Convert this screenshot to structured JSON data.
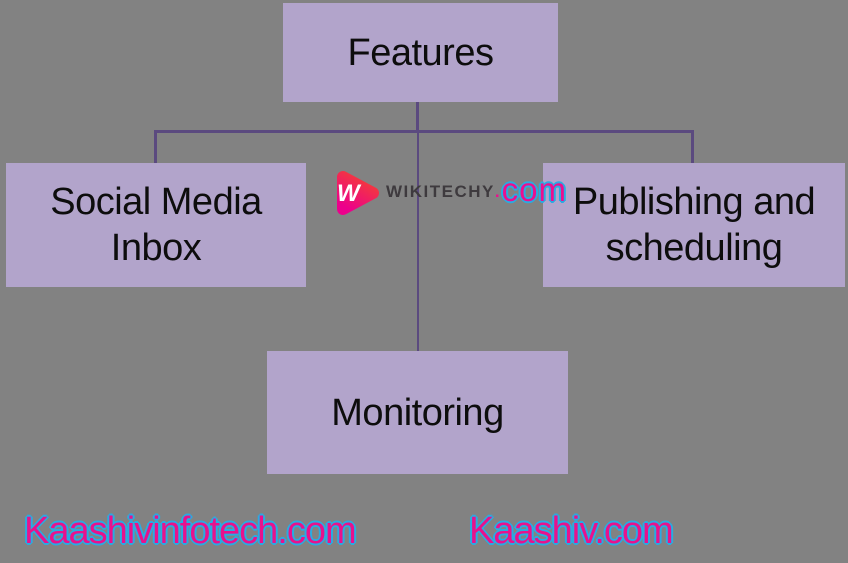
{
  "diagram": {
    "root": {
      "label": "Features"
    },
    "children": [
      {
        "label": "Social Media Inbox"
      },
      {
        "label": "Publishing and scheduling"
      },
      {
        "label": "Monitoring"
      }
    ]
  },
  "watermark_logo": {
    "icon": "wikitechy-play-icon",
    "icon_letter": "W",
    "brand": "WIKITECHY",
    "dot": ".",
    "tld": "com"
  },
  "footer": {
    "left_watermark": "Kaashivinfotech.com",
    "right_watermark": "Kaashiv.com"
  },
  "colors": {
    "background": "#828282",
    "node_fill": "#b2a4cb",
    "connector": "#5b4a7f",
    "node_text": "#0d0d0d",
    "brand_text": "#3e3a3e",
    "accent_pink": "#ec0f8e",
    "accent_cyan": "#29abe2",
    "logo_gradient_top": "#f43b3a",
    "logo_gradient_bottom": "#ec008c"
  }
}
